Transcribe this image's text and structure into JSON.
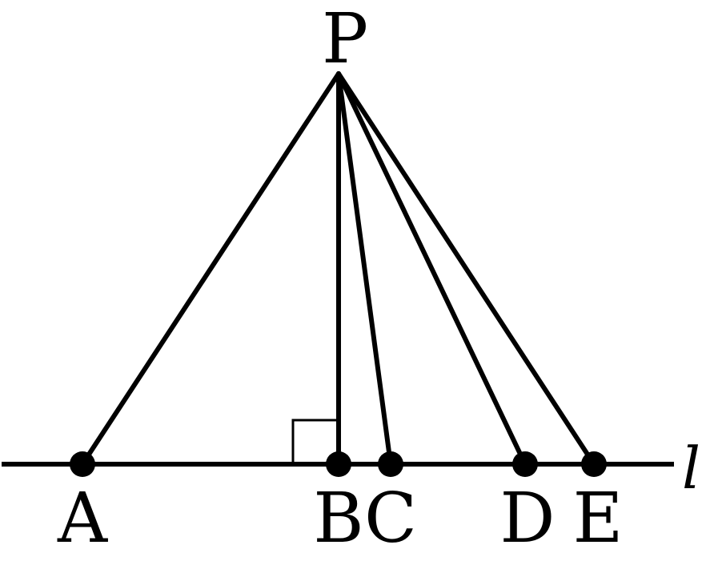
{
  "diagram": {
    "line_label": "l",
    "apex_label": "P",
    "points": [
      "A",
      "B",
      "C",
      "D",
      "E"
    ],
    "perpendicular_foot": "B",
    "connected_to_apex": [
      "A",
      "B",
      "C",
      "D",
      "E"
    ]
  }
}
